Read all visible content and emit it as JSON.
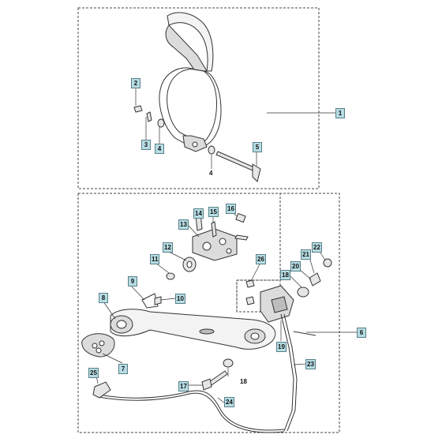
{
  "diagram": {
    "callouts": [
      {
        "id": "c1",
        "text": "1"
      },
      {
        "id": "c2",
        "text": "2"
      },
      {
        "id": "c3",
        "text": "3"
      },
      {
        "id": "c4",
        "text": "4"
      },
      {
        "id": "c5",
        "text": "5"
      },
      {
        "id": "c6",
        "text": "6"
      },
      {
        "id": "c7",
        "text": "7"
      },
      {
        "id": "c8",
        "text": "8"
      },
      {
        "id": "c9",
        "text": "9"
      },
      {
        "id": "c10",
        "text": "10"
      },
      {
        "id": "c11",
        "text": "11"
      },
      {
        "id": "c12",
        "text": "12"
      },
      {
        "id": "c13",
        "text": "13"
      },
      {
        "id": "c14",
        "text": "14"
      },
      {
        "id": "c15",
        "text": "15"
      },
      {
        "id": "c16",
        "text": "16"
      },
      {
        "id": "c17",
        "text": "17"
      },
      {
        "id": "c18",
        "text": "18"
      },
      {
        "id": "c19",
        "text": "19"
      },
      {
        "id": "c20",
        "text": "20"
      },
      {
        "id": "c21",
        "text": "21"
      },
      {
        "id": "c22",
        "text": "22"
      },
      {
        "id": "c23",
        "text": "23"
      },
      {
        "id": "c24",
        "text": "24"
      },
      {
        "id": "c25",
        "text": "25"
      },
      {
        "id": "c26",
        "text": "26"
      }
    ],
    "plain_labels": [
      {
        "id": "p4",
        "text": "4"
      },
      {
        "id": "p18",
        "text": "18"
      }
    ],
    "colors": {
      "callout_fill": "#b7dde4",
      "callout_border": "#5a7f88",
      "line": "#333333",
      "part_fill": "#f3f3f3",
      "part_shade": "#bdbdbd"
    }
  }
}
